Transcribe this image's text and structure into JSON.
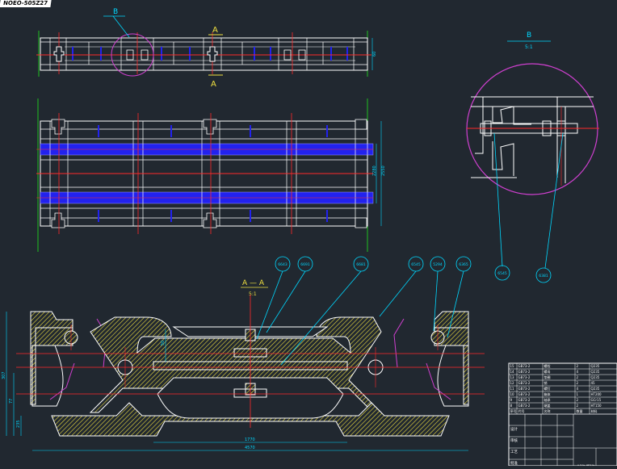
{
  "tab_label": "NOEO-505Z27",
  "section_labels": {
    "detail_b": "B",
    "section_a": "A",
    "section_a_lower": "A",
    "detail_b_title": "B",
    "section_aa_title": "A — A"
  },
  "scale_text": "5:1",
  "balloons": [
    "6643",
    "6691",
    "6681",
    "6545",
    "5294",
    "6365"
  ],
  "detail_balloons": [
    "6545",
    "6381"
  ],
  "dimensions": {
    "top_height": "60",
    "mid_inner": "2280",
    "mid_outer": "2550",
    "sec_left_total": "307",
    "sec_left_mid": "77",
    "sec_left_low": "235",
    "sec_inner_width": "1770",
    "sec_total_width": "4570",
    "sec_center_h": "50"
  },
  "title_block": {
    "rows": [
      [
        "15",
        "GB73-2",
        "螺栓",
        "2",
        "Q235"
      ],
      [
        "14",
        "GB73-2",
        "螺母",
        "4",
        "Q235"
      ],
      [
        "13",
        "GB73-2",
        "垫圈",
        "2",
        "Q235"
      ],
      [
        "12",
        "GB73-2",
        "销",
        "2",
        "45"
      ],
      [
        "11",
        "GB73-2",
        "螺钉",
        "4",
        "Q235"
      ],
      [
        "10",
        "GB73-2",
        "箱体",
        "1",
        "HT200"
      ],
      [
        "9",
        "GB73-2",
        "轴承",
        "2",
        "GCr15"
      ],
      [
        "8",
        "GB73-2",
        "端盖",
        "2",
        "HT150"
      ]
    ],
    "header": [
      "序号",
      "代号",
      "名称",
      "数量",
      "材料"
    ],
    "footer_cells": [
      "设计",
      "审核",
      "工艺",
      "批准"
    ],
    "sheet": "共1张 第1张"
  },
  "colors": {
    "background": "#212830",
    "outline": "#ffffff",
    "center": "#ff2a2a",
    "blue": "#2222ee",
    "cyan": "#00d8ff",
    "yellow": "#f0e040",
    "magenta": "#d040d0",
    "green": "#20c020"
  }
}
